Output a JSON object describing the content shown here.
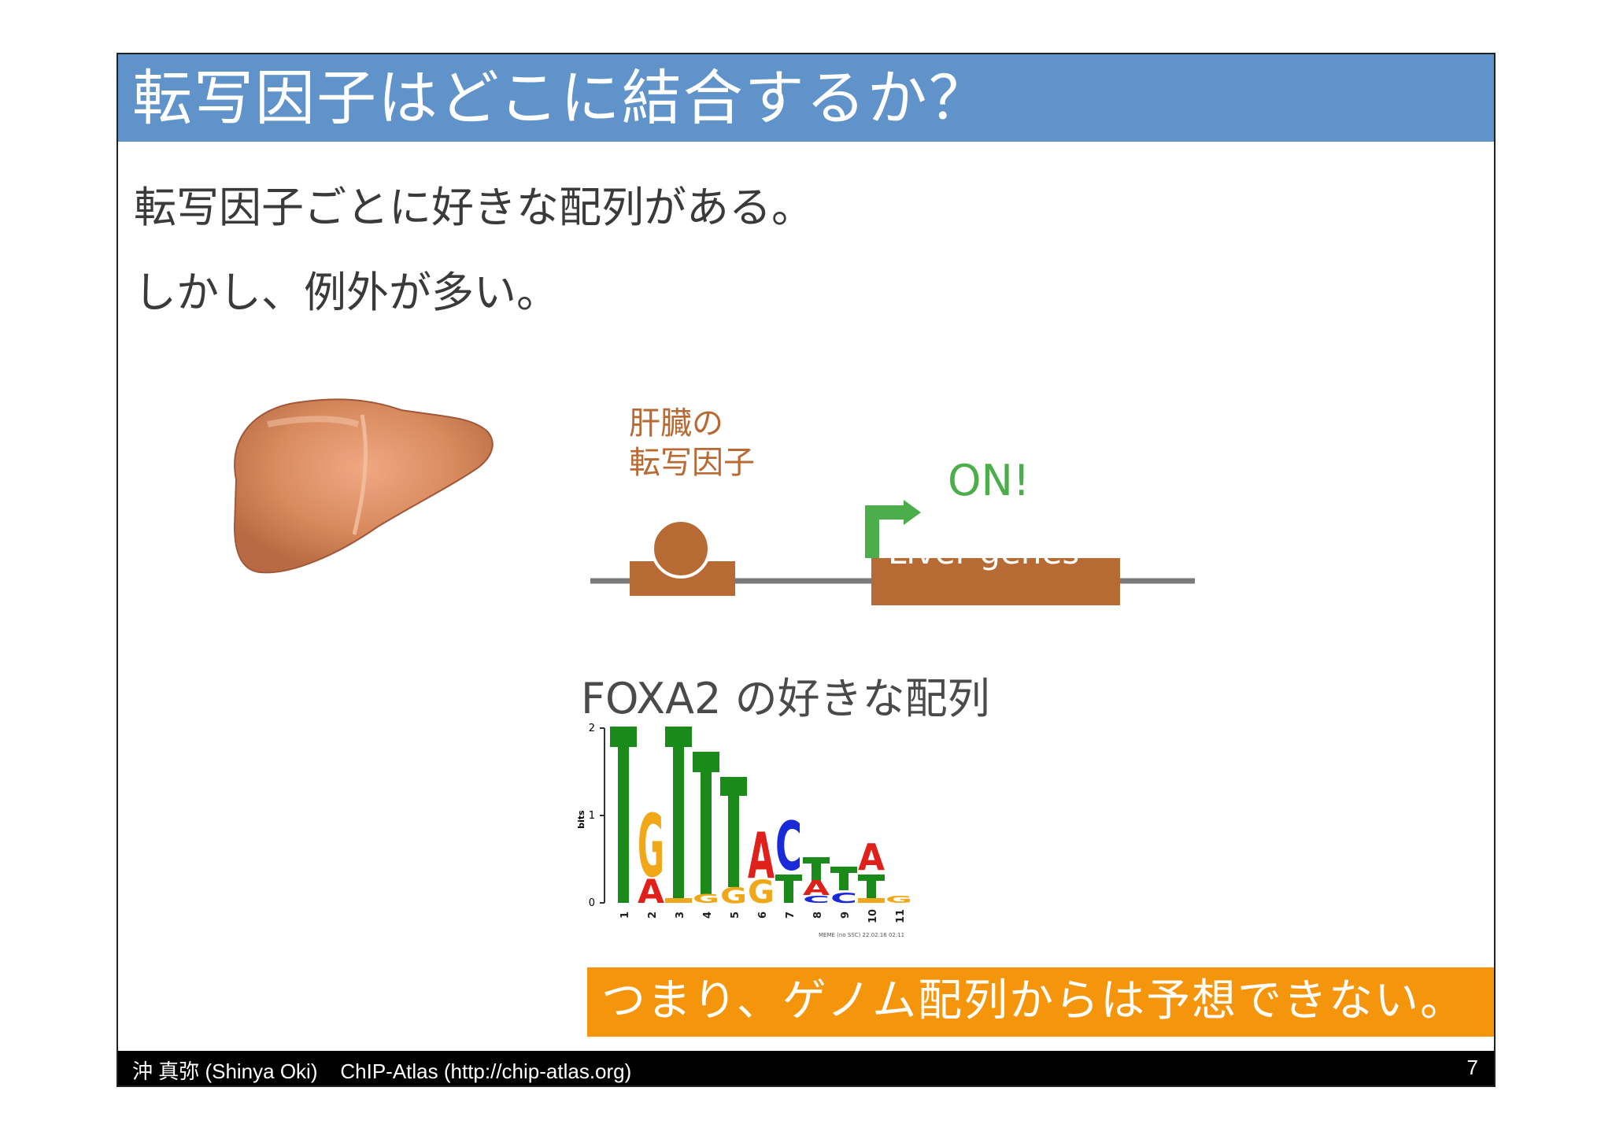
{
  "slide": {
    "title": "転写因子はどこに結合するか？",
    "bullets": [
      "転写因子ごとに好きな配列がある。",
      "しかし、例外が多い。"
    ],
    "tf_label": "肝臓の\n転写因子",
    "on_label": "ON!",
    "gene_label": "Liver genes",
    "motif_title": "FOXA2 の好きな配列",
    "conclusion": "つまり、ゲノム配列からは予想できない。",
    "footer": "沖 真弥 (Shinya Oki)    ChIP-Atlas (http://chip-atlas.org)",
    "page_number": "7"
  },
  "logo": {
    "y_axis_label": "bits",
    "y_ticks": [
      "0",
      "1",
      "2"
    ],
    "positions": [
      "1",
      "2",
      "3",
      "4",
      "5",
      "6",
      "7",
      "8",
      "9",
      "10",
      "11"
    ],
    "footnote": "MEME (no SSC) 22.02.16 02:11"
  },
  "colors": {
    "title_bar": "#5f93c9",
    "tf_brown": "#b86a34",
    "on_green": "#4bae4b",
    "conclusion_orange": "#f5950c",
    "footer_black": "#000000"
  }
}
